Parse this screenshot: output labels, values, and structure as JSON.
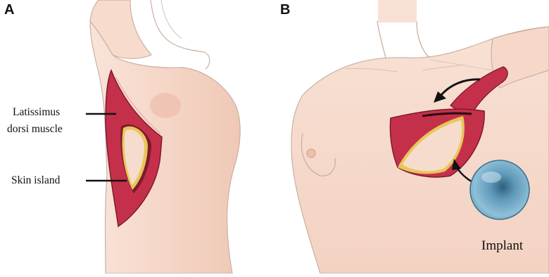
{
  "panels": {
    "a": {
      "letter": "A",
      "labels": {
        "latissimus_line1": "Latissimus",
        "latissimus_line2": "dorsi muscle",
        "skin_island": "Skin island"
      }
    },
    "b": {
      "letter": "B",
      "labels": {
        "implant": "Implant"
      }
    }
  },
  "colors": {
    "skin": "#f6d9c9",
    "skin_shadow": "#efc1ad",
    "outline": "#b8a59a",
    "muscle": "#c4304a",
    "muscle_dark": "#7e1a2c",
    "fat_yellow": "#e8c65a",
    "implant_blue": "#6fa7c4",
    "implant_dark": "#2e5f7e"
  }
}
